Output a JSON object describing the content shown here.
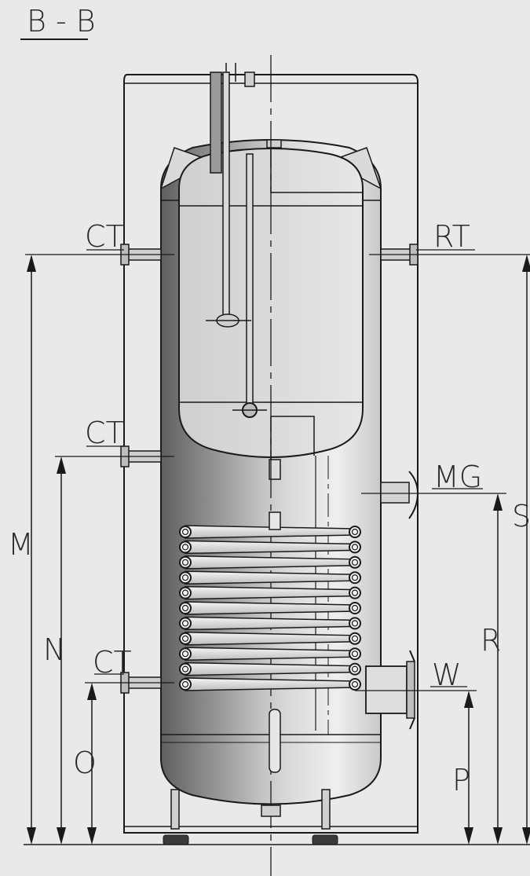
{
  "title": "B - B",
  "labels": {
    "ct_top": "CT",
    "ct_mid": "CT",
    "ct_bot": "CT",
    "rt": "RT",
    "mg": "MG",
    "w": "W",
    "m": "M",
    "n": "N",
    "o": "O",
    "p": "P",
    "r": "R",
    "s": "S"
  },
  "colors": {
    "background": "#e9e9e9",
    "outline": "#1a1a1a",
    "tank_dark": "#5f5f5f",
    "tank_light": "#ededed"
  }
}
